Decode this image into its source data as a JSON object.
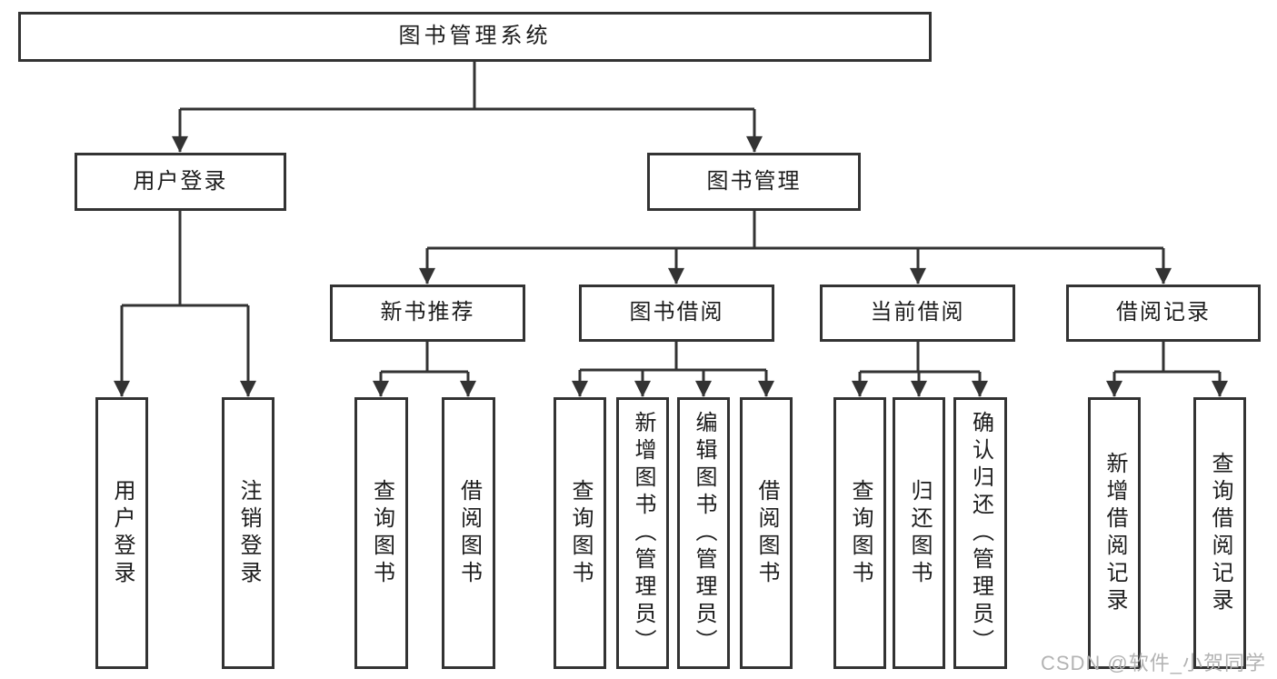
{
  "tree": {
    "root": {
      "label": "图书管理系统"
    },
    "branches": [
      {
        "label": "用户登录",
        "children": [
          {
            "label": "用户登录"
          },
          {
            "label": "注销登录"
          }
        ]
      },
      {
        "label": "图书管理",
        "children": [
          {
            "label": "新书推荐",
            "children": [
              {
                "label": "查询图书"
              },
              {
                "label": "借阅图书"
              }
            ]
          },
          {
            "label": "图书借阅",
            "children": [
              {
                "label": "查询图书"
              },
              {
                "label": "新增图书（管理员）"
              },
              {
                "label": "编辑图书（管理员）"
              },
              {
                "label": "借阅图书"
              }
            ]
          },
          {
            "label": "当前借阅",
            "children": [
              {
                "label": "查询图书"
              },
              {
                "label": "归还图书"
              },
              {
                "label": "确认归还（管理员）"
              }
            ]
          },
          {
            "label": "借阅记录",
            "children": [
              {
                "label": "新增借阅记录"
              },
              {
                "label": "查询借阅记录"
              }
            ]
          }
        ]
      }
    ]
  },
  "watermark": {
    "text": "CSDN @软件_小贺同学",
    "color": "#b3b3b3"
  },
  "colors": {
    "line": "#333333",
    "text": "#1c1c1c",
    "background": "#ffffff"
  }
}
